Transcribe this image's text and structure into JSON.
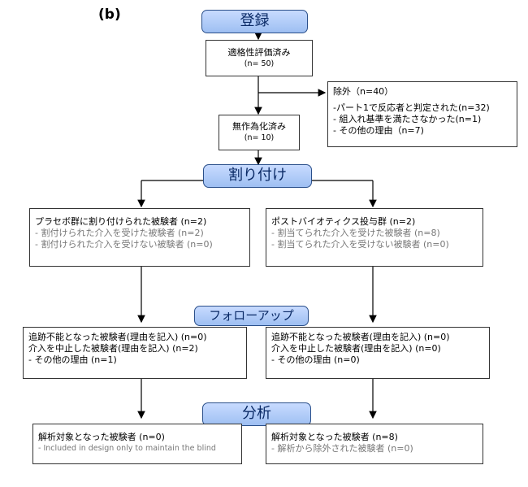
{
  "panel_label": "(b)",
  "stages": {
    "enrollment": "登録",
    "allocation": "割り付け",
    "followup": "フォローアップ",
    "analysis": "分析"
  },
  "assessed": {
    "title": "適格性評価済み",
    "count": "(n= 50)"
  },
  "excluded": {
    "title": "除外（n=40）",
    "items": [
      "-パート1で反応者と判定された(n=32)",
      "- 組入れ基準を満たさなかった(n=1)",
      "- その他の理由（n=7)"
    ]
  },
  "randomized": {
    "title": "無作為化済み",
    "count": "(n= 10)"
  },
  "left": {
    "allocation": {
      "title": "プラセボ群に割り付けられた被験者 (n=2)",
      "items": [
        "- 割付けられた介入を受けた被験者 (n=2)",
        "- 割付けられた介入を受けない被験者 (n=0)"
      ]
    },
    "followup": {
      "lines": [
        "追跡不能となった被験者(理由を記入) (n=0)",
        "介入を中止した被験者(理由を記入) (n=2)"
      ],
      "items": [
        "- その他の理由 (n=1)"
      ]
    },
    "analysis": {
      "title": "解析対象となった被験者 (n=0)",
      "items": [
        "- Included in design only to maintain the blind"
      ]
    }
  },
  "right": {
    "allocation": {
      "title": "ポストバイオティクス投与群 (n=2)",
      "items": [
        "- 割当てられた介入を受けた被験者 (n=8)",
        "- 割当てられた介入を受けない被験者 (n=0)"
      ]
    },
    "followup": {
      "lines": [
        "追跡不能となった被験者(理由を記入) (n=0)",
        "介入を中止した被験者(理由を記入) (n=0)"
      ],
      "items": [
        "- その他の理由 (n=0)"
      ]
    },
    "analysis": {
      "title": "解析対象となった被験者 (n=8)",
      "items": [
        "- 解析から除外された被験者 (n=0)"
      ]
    }
  }
}
